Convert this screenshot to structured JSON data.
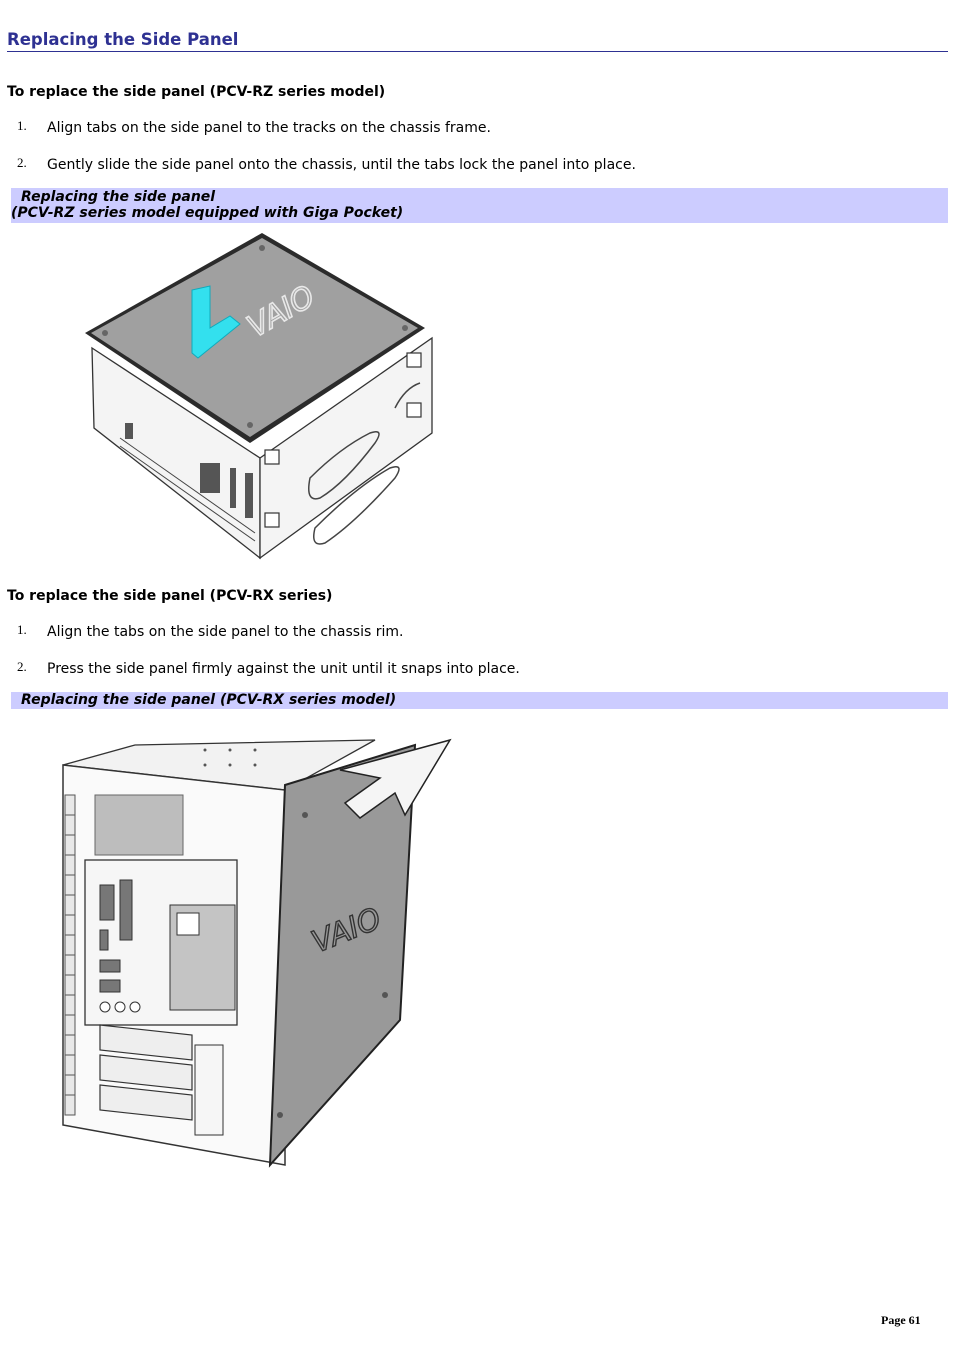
{
  "page": {
    "title": "Replacing the Side Panel",
    "page_number": "Page 61"
  },
  "sections": [
    {
      "heading": "To replace the side panel (PCV-RZ series model)",
      "steps": [
        {
          "num": "1.",
          "text": "Align tabs on the side panel to the tracks on the chassis frame."
        },
        {
          "num": "2.",
          "text": "Gently slide the side panel onto the chassis, until the tabs lock the panel into place."
        }
      ],
      "caption_line1": "Replacing the side panel",
      "caption_line2": "(PCV-RZ series model equipped with Giga Pocket)",
      "figure_brand": "VAIO"
    },
    {
      "heading": "To replace the side panel (PCV-RX series)",
      "steps": [
        {
          "num": "1.",
          "text": "Align the tabs on the side panel to the chassis rim."
        },
        {
          "num": "2.",
          "text": "Press the side panel firmly against the unit until it snaps into place."
        }
      ],
      "caption_line1": "Replacing the side panel (PCV-RX series model)",
      "figure_brand": "VAIO"
    }
  ],
  "colors": {
    "title": "#2e3192",
    "caption_bg": "#ccccff",
    "arrow": "#33e0ee",
    "panel_gray": "#9a9a9a"
  }
}
